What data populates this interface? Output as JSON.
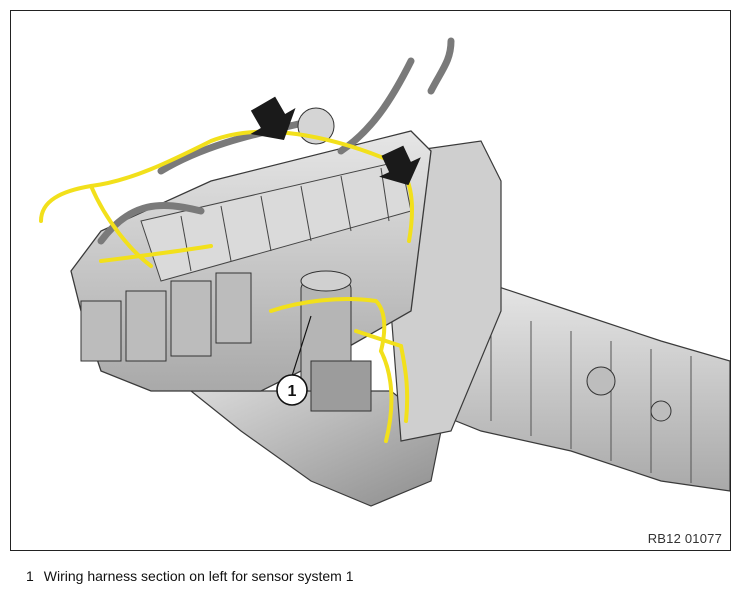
{
  "figure": {
    "reference_code": "RB12 01077",
    "callouts": [
      {
        "number": "1"
      }
    ]
  },
  "legend": {
    "items": [
      {
        "number": "1",
        "text": "Wiring harness section on left for sensor system 1"
      }
    ]
  },
  "colors": {
    "harness_highlight": "#f2e01b",
    "engine_grey": "#c8c8c8",
    "outline": "#3a3a3a"
  }
}
